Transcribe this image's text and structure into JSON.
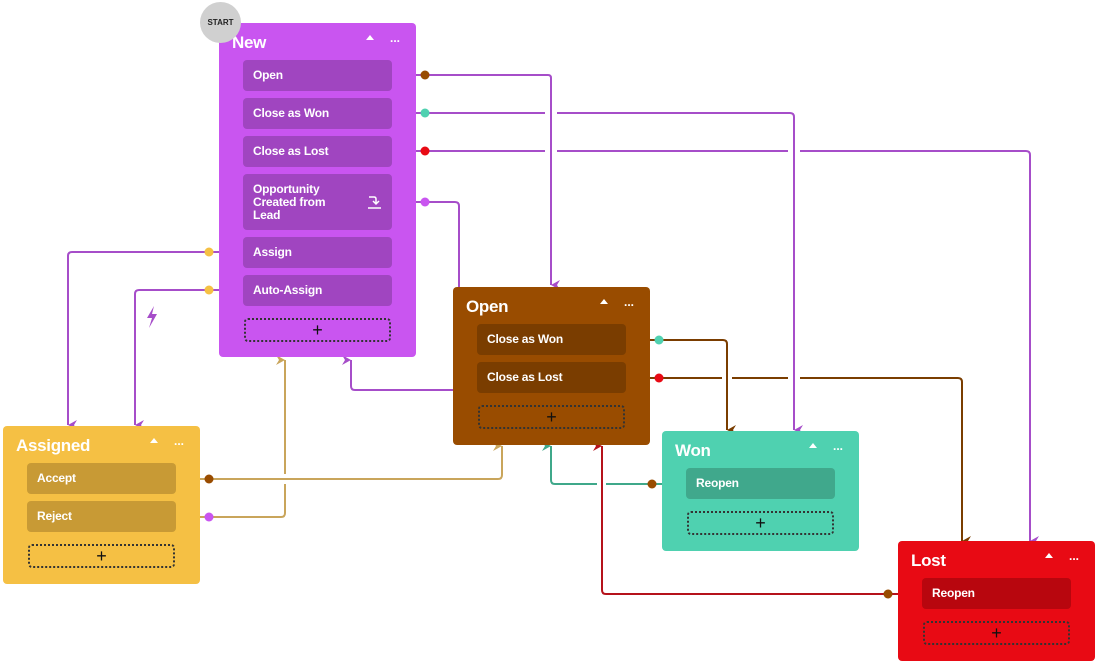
{
  "start_badge": "START",
  "add_label": "+",
  "menu_label": "...",
  "colors": {
    "new": "#c955f0",
    "new_action": "#a045c0",
    "open": "#994c00",
    "open_action": "#7a3d00",
    "won": "#4fd1b0",
    "won_action": "#40a88c",
    "lost": "#e80a14",
    "lost_action": "#b8060e",
    "assigned": "#f5c044",
    "assigned_action": "#c89a35"
  },
  "states": {
    "new": {
      "title": "New",
      "actions": [
        "Open",
        "Close as Won",
        "Close as Lost",
        "Opportunity Created from Lead",
        "Assign",
        "Auto-Assign"
      ]
    },
    "assigned": {
      "title": "Assigned",
      "actions": [
        "Accept",
        "Reject"
      ]
    },
    "open": {
      "title": "Open",
      "actions": [
        "Close as Won",
        "Close as Lost"
      ]
    },
    "won": {
      "title": "Won",
      "actions": [
        "Reopen"
      ]
    },
    "lost": {
      "title": "Lost",
      "actions": [
        "Reopen"
      ]
    }
  },
  "transitions": [
    {
      "from": "New",
      "action": "Open",
      "to": "Open"
    },
    {
      "from": "New",
      "action": "Close as Won",
      "to": "Won"
    },
    {
      "from": "New",
      "action": "Close as Lost",
      "to": "Lost"
    },
    {
      "from": "New",
      "action": "Opportunity Created from Lead",
      "to": "New"
    },
    {
      "from": "New",
      "action": "Assign",
      "to": "Assigned"
    },
    {
      "from": "New",
      "action": "Auto-Assign",
      "to": "Assigned",
      "automatic": true
    },
    {
      "from": "Assigned",
      "action": "Accept",
      "to": "Open"
    },
    {
      "from": "Assigned",
      "action": "Reject",
      "to": "New"
    },
    {
      "from": "Open",
      "action": "Close as Won",
      "to": "Won"
    },
    {
      "from": "Open",
      "action": "Close as Lost",
      "to": "Lost"
    },
    {
      "from": "Won",
      "action": "Reopen",
      "to": "Open"
    },
    {
      "from": "Lost",
      "action": "Reopen",
      "to": "Open"
    }
  ],
  "icons": {
    "lead": "lead-import-icon",
    "auto": "lightning-icon",
    "collapse": "caret-up-icon",
    "menu": "ellipsis-icon"
  }
}
